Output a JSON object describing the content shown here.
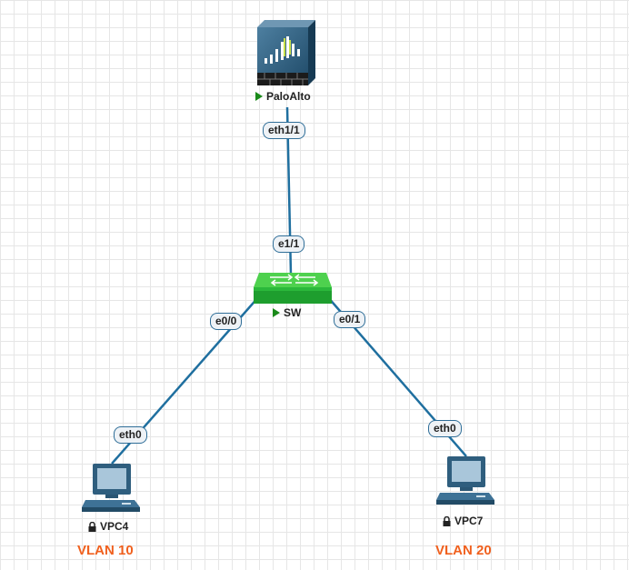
{
  "nodes": {
    "paloalto": {
      "name": "PaloAlto",
      "status": "running"
    },
    "sw": {
      "name": "SW",
      "status": "running"
    },
    "vpc4": {
      "name": "VPC4",
      "status": "locked"
    },
    "vpc7": {
      "name": "VPC7",
      "status": "locked"
    }
  },
  "links": [
    {
      "from": "PaloAlto",
      "from_port": "eth1/1",
      "to": "SW",
      "to_port": "e1/1"
    },
    {
      "from": "SW",
      "from_port": "e0/0",
      "to": "VPC4",
      "to_port": "eth0"
    },
    {
      "from": "SW",
      "from_port": "e0/1",
      "to": "VPC7",
      "to_port": "eth0"
    }
  ],
  "annotations": {
    "vlan_left": "VLAN 10",
    "vlan_right": "VLAN 20"
  },
  "colors": {
    "link": "#1f6f9f",
    "vlan_text": "#f0601e",
    "running": "#1a8a1a"
  },
  "icons": {
    "paloalto": "firewall-icon",
    "sw": "switch-icon",
    "vpc": "pc-icon"
  }
}
